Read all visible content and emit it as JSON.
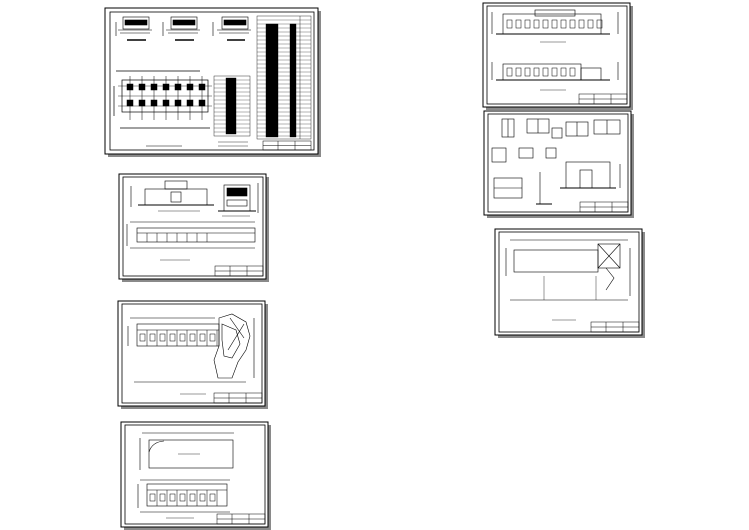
{
  "colors": {
    "background": "#ffffff",
    "sheet_fill": "#ffffff",
    "line": "#000000",
    "shadow": "#8a8a8a"
  },
  "sheets": [
    {
      "id": "general-layout-sheet"
    },
    {
      "id": "elevation-section-sheet-a"
    },
    {
      "id": "floor-plan-sheet-a"
    },
    {
      "id": "roof-plan-sheet"
    },
    {
      "id": "elevations-sheet-b"
    },
    {
      "id": "details-sheet"
    },
    {
      "id": "site-plan-sheet"
    }
  ]
}
